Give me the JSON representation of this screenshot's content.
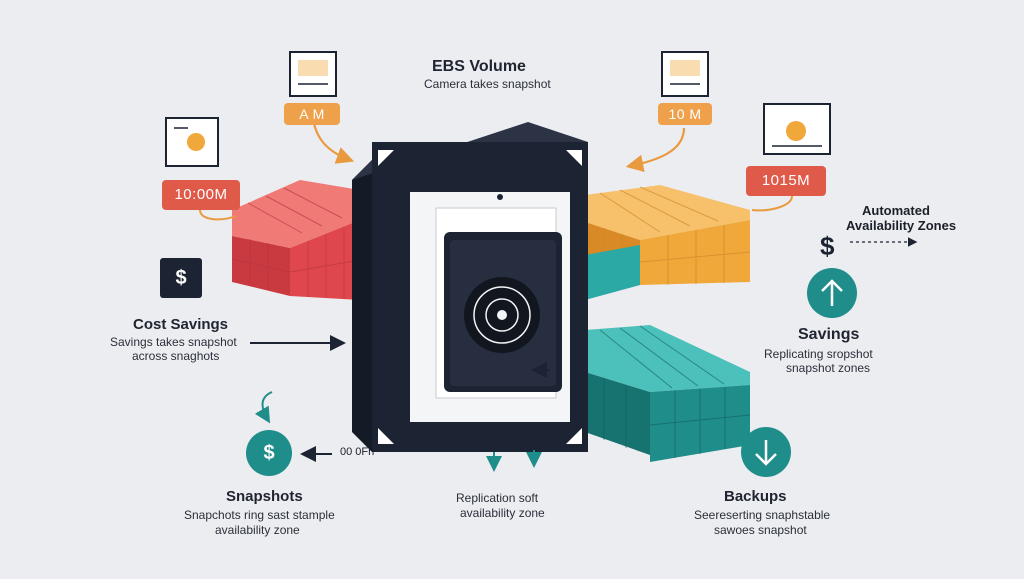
{
  "header": {
    "title": "EBS Volume",
    "subtitle": "Camera takes snapshot"
  },
  "time_badges": [
    {
      "label": "A M"
    },
    {
      "label": "10 M"
    },
    {
      "label": "10:00M"
    },
    {
      "label": "1015M"
    }
  ],
  "automated": {
    "line1": "Automated",
    "line2": "Availability Zones"
  },
  "cost_savings": {
    "title": "Cost Savings",
    "line1": "Savings takes snapshot",
    "line2": "across snaghots",
    "symbol": "$"
  },
  "savings": {
    "title": "Savings",
    "line1": "Replicating sropshot",
    "line2": "snapshot zones",
    "symbol": "$"
  },
  "snapshots": {
    "title": "Snapshots",
    "line1": "Snapchots ring sast stample",
    "line2": "availability zone",
    "symbol": "$",
    "time": "00 0Fh"
  },
  "replication": {
    "line1": "Replication soft",
    "line2": "availability zone"
  },
  "backups": {
    "title": "Backups",
    "line1": "Seereserting snaphstable",
    "line2": "sawoes snapshot"
  },
  "colors": {
    "red": "#e0474c",
    "orange": "#f1a83a",
    "teal": "#1f8d8a",
    "navy": "#1c2333",
    "badge_orange": "#eea04a",
    "badge_red": "#e05a4a",
    "background": "#ecedf0"
  },
  "icons": [
    "document-icon",
    "dollar-icon",
    "arrow-up-icon",
    "arrow-down-icon",
    "camera-lens-icon"
  ]
}
